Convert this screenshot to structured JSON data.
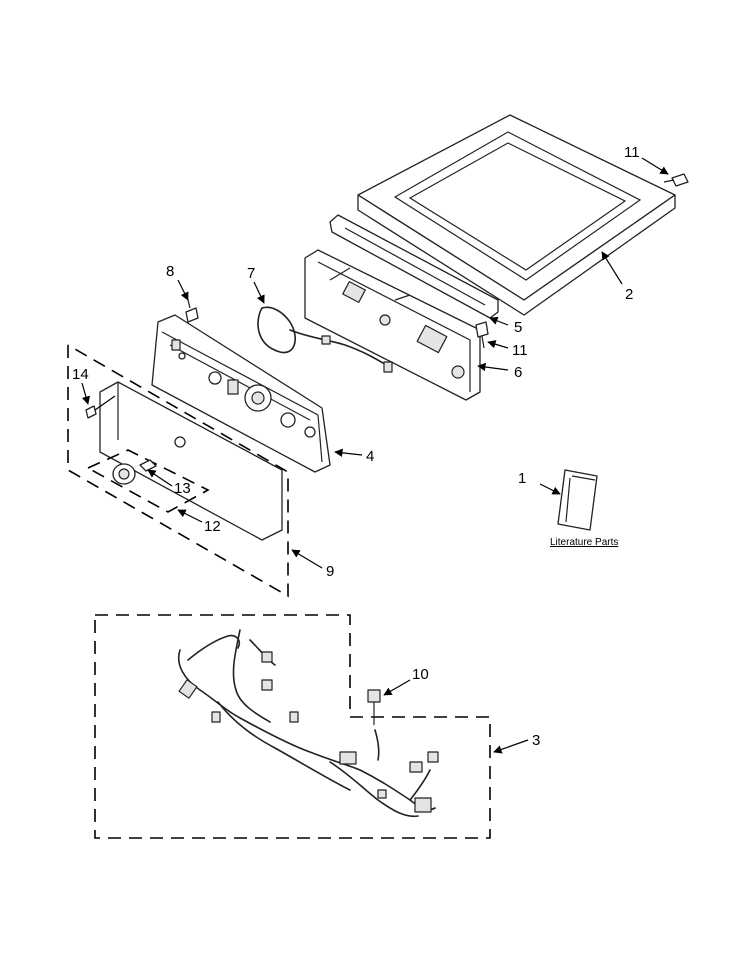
{
  "callouts": {
    "c1": "1",
    "c2": "2",
    "c3": "3",
    "c4": "4",
    "c5": "5",
    "c6": "6",
    "c7": "7",
    "c8": "8",
    "c9": "9",
    "c10": "10",
    "c11a": "11",
    "c11b": "11",
    "c12": "12",
    "c13": "13",
    "c14": "14"
  },
  "literature_label": "Literature Parts"
}
